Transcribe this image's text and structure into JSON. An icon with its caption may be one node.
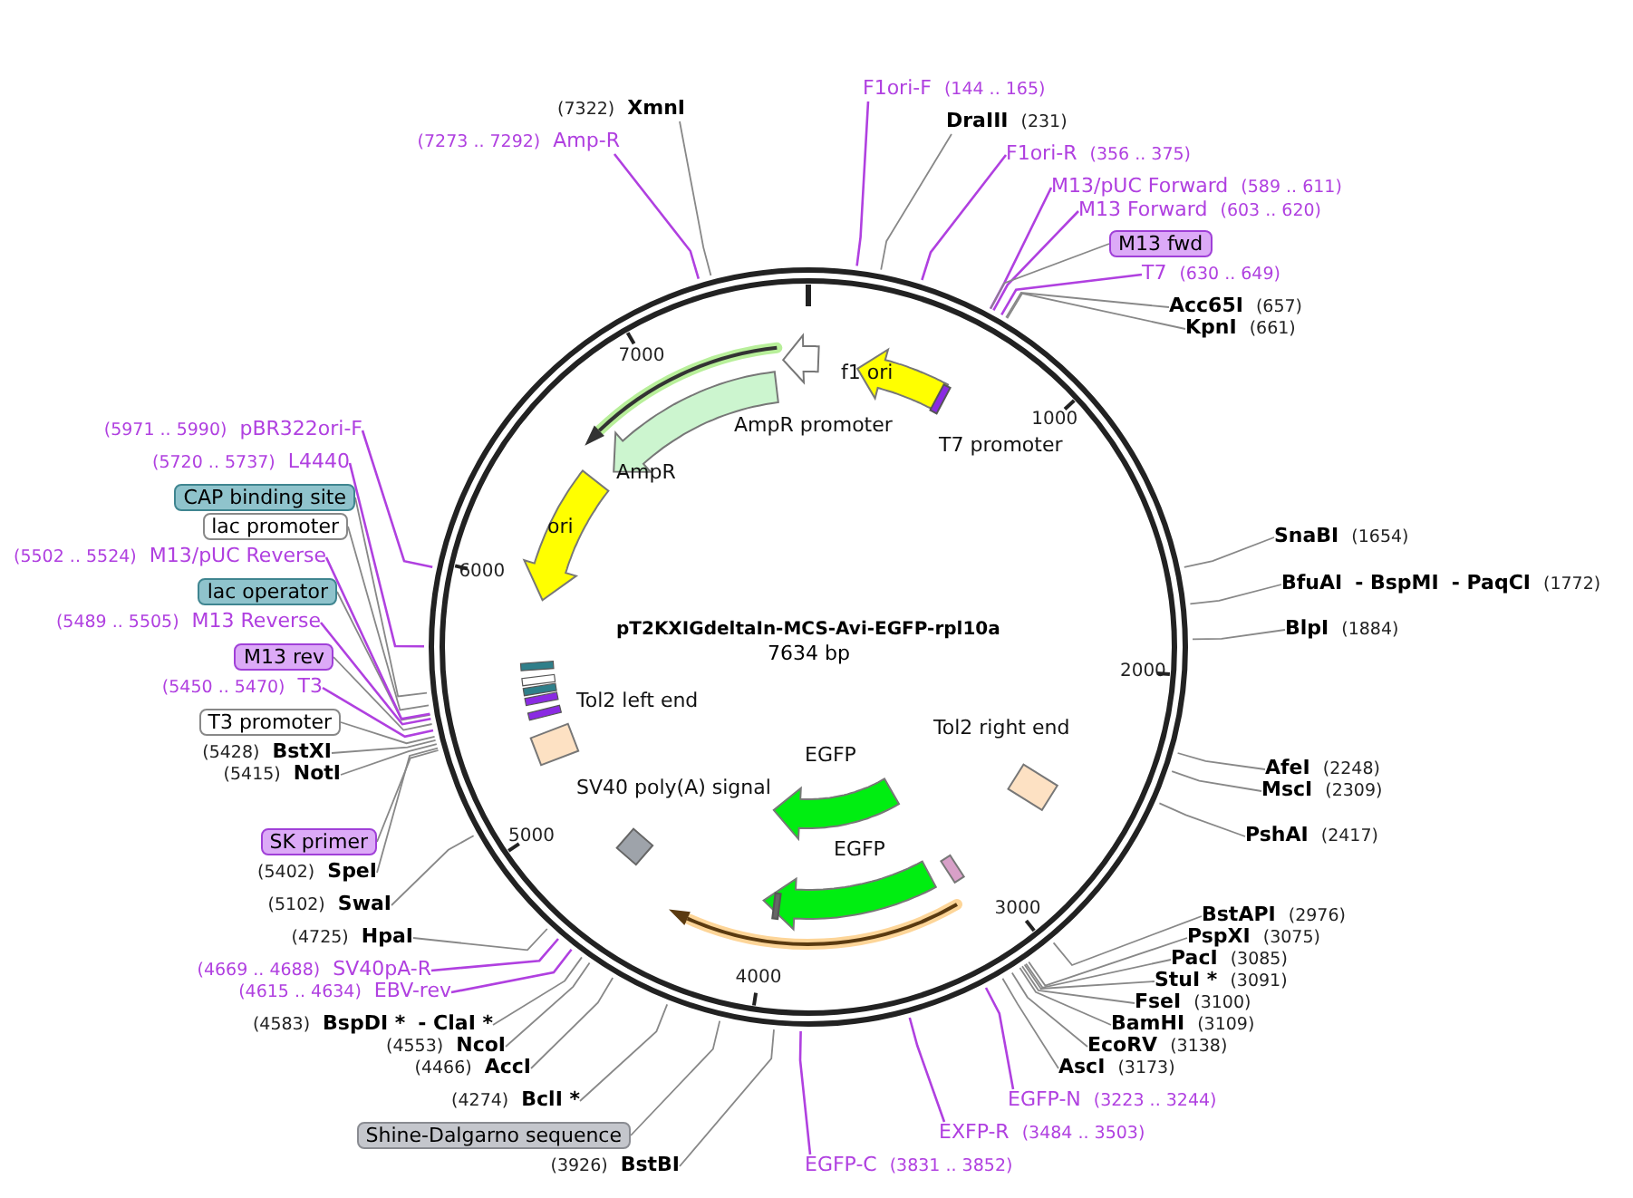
{
  "diagram": {
    "title": "pT2KXIGdeltaIn-MCS-Avi-EGFP-rpl10a",
    "nodes": [
      {
        "text": [
          "F1ori-F",
          "(144 .. 165)"
        ]
      },
      {
        "text": [
          "DraIII",
          "(231)"
        ]
      },
      {
        "text": [
          "F1ori-R",
          "(356 .. 375)"
        ]
      },
      {
        "text": [
          "M13/pUC Forward",
          "(589 .. 611)"
        ]
      },
      {
        "text": [
          "M13 Forward",
          "(603 .. 620)"
        ]
      },
      {
        "text": [
          "M13 fwd"
        ]
      },
      {
        "text": [
          "T7",
          "(630 .. 649)"
        ]
      },
      {
        "text": [
          "Acc65I",
          "(657)"
        ]
      },
      {
        "text": [
          "KpnI",
          "(661)"
        ]
      },
      {
        "text": [
          "SnaBI",
          "(1654)"
        ]
      },
      {
        "text": [
          "BfuAI",
          "- BspMI",
          "- PaqCI",
          "(1772)"
        ]
      },
      {
        "text": [
          "BlpI",
          "(1884)"
        ]
      },
      {
        "text": [
          "AfeI",
          "(2248)"
        ]
      },
      {
        "text": [
          "MscI",
          "(2309)"
        ]
      },
      {
        "text": [
          "PshAI",
          "(2417)"
        ]
      },
      {
        "text": [
          "BstAPI",
          "(2976)"
        ]
      },
      {
        "text": [
          "PspXI",
          "(3075)"
        ]
      },
      {
        "text": [
          "PacI",
          "(3085)"
        ]
      },
      {
        "text": [
          "StuI *",
          "(3091)"
        ]
      },
      {
        "text": [
          "FseI",
          "(3100)"
        ]
      },
      {
        "text": [
          "BamHI",
          "(3109)"
        ]
      },
      {
        "text": [
          "EcoRV",
          "(3138)"
        ]
      },
      {
        "text": [
          "AscI",
          "(3173)"
        ]
      },
      {
        "text": [
          "EGFP-N",
          "(3223 .. 3244)"
        ]
      },
      {
        "text": [
          "EXFP-R",
          "(3484 .. 3503)"
        ]
      },
      {
        "text": [
          "EGFP-C",
          "(3831 .. 3852)"
        ]
      },
      {
        "text": [
          "(3926)",
          "BstBI"
        ]
      },
      {
        "text": [
          "Shine-Dalgarno sequence"
        ]
      },
      {
        "text": [
          "(4274)",
          "BclI *"
        ]
      },
      {
        "text": [
          "(4466)",
          "AccI"
        ]
      },
      {
        "text": [
          "(4553)",
          "NcoI"
        ]
      },
      {
        "text": [
          "(4583)",
          "BspDI *",
          "- ClaI *"
        ]
      },
      {
        "text": [
          "(4615 .. 4634)",
          "EBV-rev"
        ]
      },
      {
        "text": [
          "(4669 .. 4688)",
          "SV40pA-R"
        ]
      },
      {
        "text": [
          "(4725)",
          "HpaI"
        ]
      },
      {
        "text": [
          "(5102)",
          "SwaI"
        ]
      },
      {
        "text": [
          "(5402)",
          "SpeI"
        ]
      },
      {
        "text": [
          "SK primer"
        ]
      },
      {
        "text": [
          "(5415)",
          "NotI"
        ]
      },
      {
        "text": [
          "(5428)",
          "BstXI"
        ]
      },
      {
        "text": [
          "T3 promoter"
        ]
      },
      {
        "text": [
          "(5450 .. 5470)",
          "T3"
        ]
      },
      {
        "text": [
          "M13 rev"
        ]
      },
      {
        "text": [
          "(5489 .. 5505)",
          "M13 Reverse"
        ]
      },
      {
        "text": [
          "lac operator"
        ]
      },
      {
        "text": [
          "(5502 .. 5524)",
          "M13/pUC Reverse"
        ]
      },
      {
        "text": [
          "lac promoter"
        ]
      },
      {
        "text": [
          "CAP binding site"
        ]
      },
      {
        "text": [
          "(5720 .. 5737)",
          "L4440"
        ]
      },
      {
        "text": [
          "(5971 .. 5990)",
          "pBR322ori-F"
        ]
      },
      {
        "text": [
          "(7273 .. 7292)",
          "Amp-R"
        ]
      },
      {
        "text": [
          "(7322)",
          "XmnI"
        ]
      },
      {
        "text": [
          "f1 ori"
        ]
      },
      {
        "text": [
          "AmpR promoter"
        ]
      },
      {
        "text": [
          "AmpR"
        ]
      },
      {
        "text": [
          "ori"
        ]
      },
      {
        "text": [
          "T7 promoter"
        ]
      },
      {
        "text": [
          "Tol2 right end"
        ]
      },
      {
        "text": [
          "EGFP"
        ]
      },
      {
        "text": [
          "EGFP"
        ]
      },
      {
        "text": [
          "SV40 poly(A) signal"
        ]
      },
      {
        "text": [
          "Tol2 left end"
        ]
      }
    ],
    "edges": [
      {
        "from": 0,
        "to": null,
        "arrow": "none",
        "color": "#b040e0"
      },
      {
        "from": 1,
        "to": null,
        "arrow": "none"
      },
      {
        "from": 2,
        "to": null,
        "arrow": "none",
        "color": "#b040e0"
      },
      {
        "from": 3,
        "to": null,
        "arrow": "none",
        "color": "#b040e0"
      },
      {
        "from": 4,
        "to": null,
        "arrow": "none",
        "color": "#b040e0"
      },
      {
        "from": 5,
        "to": null,
        "arrow": "none"
      },
      {
        "from": 6,
        "to": null,
        "arrow": "none",
        "color": "#b040e0"
      },
      {
        "from": 7,
        "to": null,
        "arrow": "none"
      },
      {
        "from": 8,
        "to": null,
        "arrow": "none"
      },
      {
        "from": 9,
        "to": null,
        "arrow": "none"
      },
      {
        "from": 10,
        "to": null,
        "arrow": "none"
      },
      {
        "from": 11,
        "to": null,
        "arrow": "none"
      },
      {
        "from": 12,
        "to": null,
        "arrow": "none"
      },
      {
        "from": 13,
        "to": null,
        "arrow": "none"
      },
      {
        "from": 14,
        "to": null,
        "arrow": "none"
      },
      {
        "from": 15,
        "to": null,
        "arrow": "none"
      },
      {
        "from": 16,
        "to": null,
        "arrow": "none"
      },
      {
        "from": 17,
        "to": null,
        "arrow": "none"
      },
      {
        "from": 18,
        "to": null,
        "arrow": "none"
      },
      {
        "from": 19,
        "to": null,
        "arrow": "none"
      },
      {
        "from": 20,
        "to": null,
        "arrow": "none"
      },
      {
        "from": 21,
        "to": null,
        "arrow": "none"
      },
      {
        "from": 22,
        "to": null,
        "arrow": "none"
      },
      {
        "from": 23,
        "to": null,
        "arrow": "none",
        "color": "#b040e0"
      },
      {
        "from": 24,
        "to": null,
        "arrow": "none",
        "color": "#b040e0"
      },
      {
        "from": 25,
        "to": null,
        "arrow": "none",
        "color": "#b040e0"
      },
      {
        "from": 26,
        "to": null,
        "arrow": "none"
      },
      {
        "from": 27,
        "to": null,
        "arrow": "none"
      },
      {
        "from": 28,
        "to": null,
        "arrow": "none"
      },
      {
        "from": 29,
        "to": null,
        "arrow": "none"
      },
      {
        "from": 30,
        "to": null,
        "arrow": "none"
      },
      {
        "from": 31,
        "to": null,
        "arrow": "none"
      },
      {
        "from": 32,
        "to": null,
        "arrow": "none",
        "color": "#b040e0"
      },
      {
        "from": 33,
        "to": null,
        "arrow": "none",
        "color": "#b040e0"
      },
      {
        "from": 34,
        "to": null,
        "arrow": "none"
      },
      {
        "from": 35,
        "to": null,
        "arrow": "none"
      },
      {
        "from": 36,
        "to": null,
        "arrow": "none"
      },
      {
        "from": 37,
        "to": null,
        "arrow": "none"
      },
      {
        "from": 38,
        "to": null,
        "arrow": "none"
      },
      {
        "from": 39,
        "to": null,
        "arrow": "none"
      },
      {
        "from": 40,
        "to": null,
        "arrow": "none"
      },
      {
        "from": 41,
        "to": null,
        "arrow": "none",
        "color": "#b040e0"
      },
      {
        "from": 42,
        "to": null,
        "arrow": "none"
      },
      {
        "from": 43,
        "to": null,
        "arrow": "none",
        "color": "#b040e0"
      },
      {
        "from": 44,
        "to": null,
        "arrow": "none"
      },
      {
        "from": 45,
        "to": null,
        "arrow": "none",
        "color": "#b040e0"
      },
      {
        "from": 46,
        "to": null,
        "arrow": "none"
      },
      {
        "from": 47,
        "to": null,
        "arrow": "none"
      },
      {
        "from": 48,
        "to": null,
        "arrow": "none",
        "color": "#b040e0"
      },
      {
        "from": 49,
        "to": null,
        "arrow": "none",
        "color": "#b040e0"
      },
      {
        "from": 50,
        "to": null,
        "arrow": "none",
        "color": "#b040e0"
      },
      {
        "from": 51,
        "to": null,
        "arrow": "none"
      }
    ],
    "labels": [
      "7634 bp",
      "1000",
      "2000",
      "3000",
      "4000",
      "5000",
      "6000",
      "7000"
    ]
  }
}
